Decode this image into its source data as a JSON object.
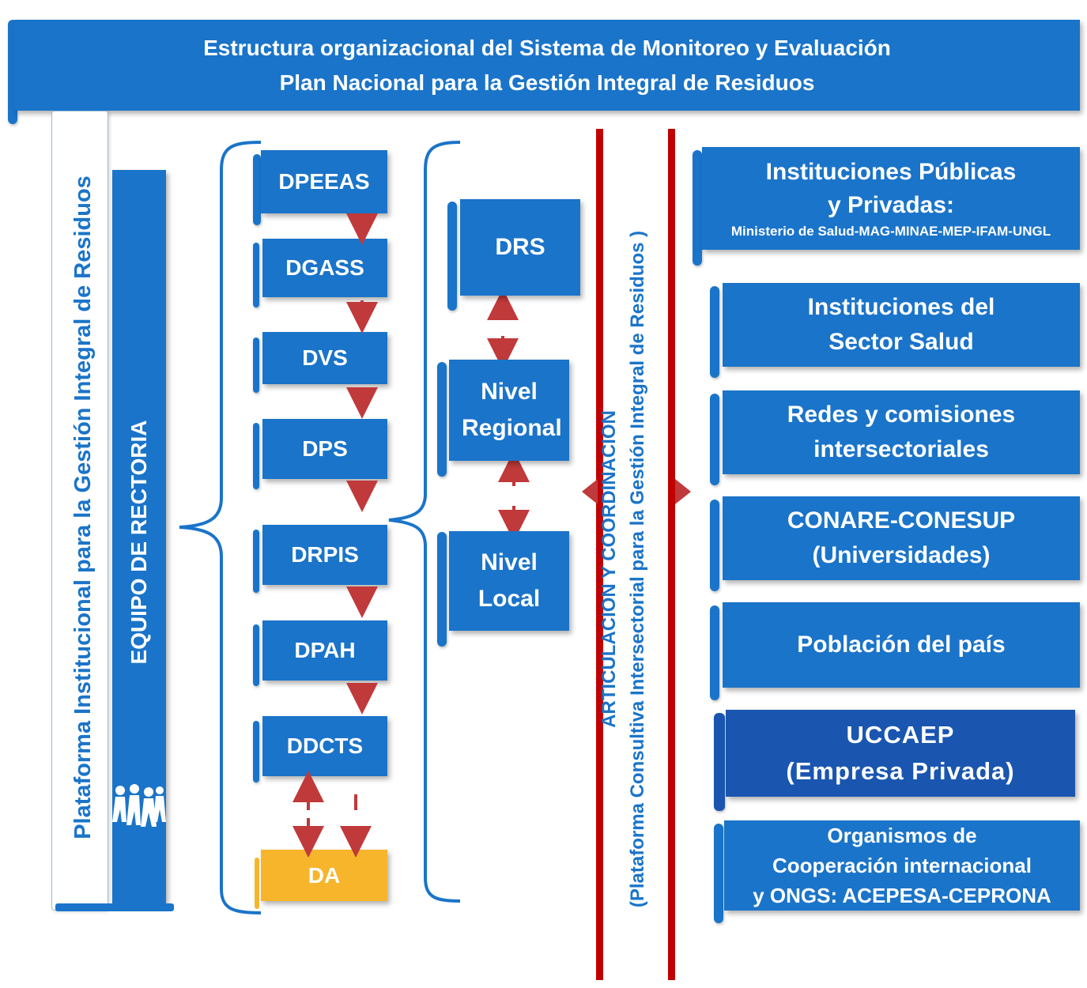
{
  "title": {
    "line1": "Estructura  organizacional del  Sistema de Monitoreo y Evaluación",
    "line2": "Plan Nacional para la Gestión Integral de Residuos"
  },
  "left_panel": {
    "platform_label": "Plataforma  Institucional  para la Gestión Integral de Residuos",
    "team_label": "EQUIPO DE RECTORIA"
  },
  "directorates": [
    "DPEEAS",
    "DGASS",
    "DVS",
    "DPS",
    "DRPIS",
    "DPAH",
    "DDCTS"
  ],
  "da_label": "DA",
  "levels": [
    "DRS",
    "Nivel Regional",
    "Nivel Local"
  ],
  "coordination": {
    "line1": "ARTICULACION  Y  COORDINACION",
    "line2": "(Plataforma  Consultiva  Intersectorial para la Gestión Integral de Residuos )"
  },
  "stakeholders": {
    "public_private": {
      "line1": "Instituciones Públicas",
      "line2": "y Privadas:",
      "detail": "Ministerio de Salud-MAG-MINAE-MEP-IFAM-UNGL"
    },
    "health_sector": {
      "line1": "Instituciones del",
      "line2": "Sector Salud"
    },
    "networks": {
      "line1": "Redes  y comisiones",
      "line2": "intersectoriales"
    },
    "universities": {
      "line1": "CONARE-CONESUP",
      "line2": "(Universidades)"
    },
    "population": {
      "line1": "Población del país"
    },
    "private_sector": {
      "line1": "UCCAEP",
      "line2": "(Empresa Privada)"
    },
    "cooperation": {
      "line1": "Organismos de",
      "line2": "Cooperación internacional",
      "line3": "y ONGS: ACEPESA-CEPRONA"
    }
  },
  "colors": {
    "box_blue": "#1a74c9",
    "box_dark_blue": "#1a56b0",
    "da_yellow": "#f7b52c",
    "arrow_red": "#c0393b",
    "line_red": "#c00000"
  }
}
